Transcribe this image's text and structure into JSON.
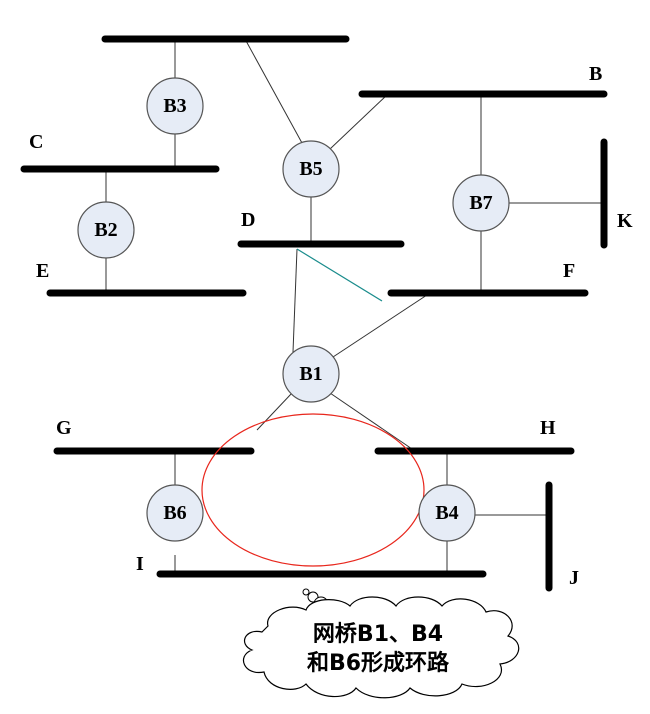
{
  "segments": {
    "top": "",
    "B": "B",
    "C": "C",
    "D": "D",
    "E": "E",
    "F": "F",
    "K": "K",
    "G": "G",
    "H": "H",
    "I": "I",
    "J": "J"
  },
  "bridges": {
    "B1": "B1",
    "B2": "B2",
    "B3": "B3",
    "B4": "B4",
    "B5": "B5",
    "B6": "B6",
    "B7": "B7"
  },
  "callout": {
    "line1": "网桥B1、B4",
    "line2": "和B6形成环路"
  },
  "colors": {
    "loop": "#e8261c",
    "highlight_link": "#1a8c8c",
    "bridge_fill": "#e6ecf6"
  }
}
